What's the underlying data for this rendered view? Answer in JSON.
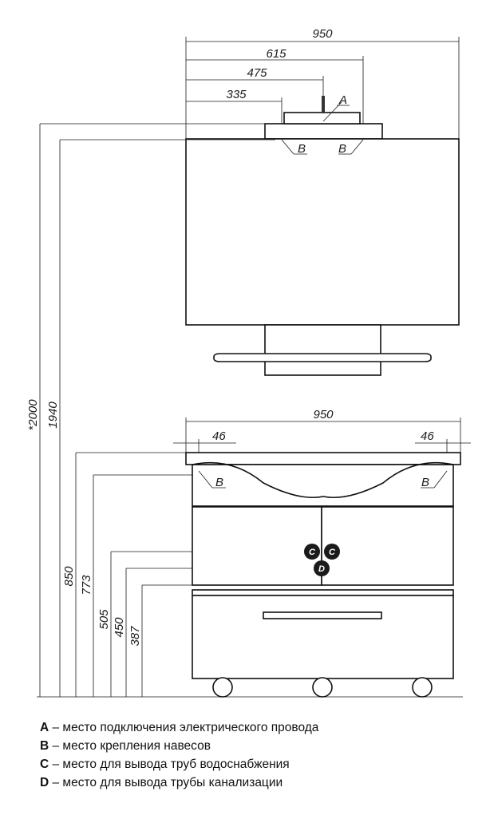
{
  "dimensions": {
    "mirror_width": "950",
    "d615": "615",
    "d475": "475",
    "d335": "335",
    "cabinet_width": "950",
    "left_offset": "46",
    "right_offset": "46",
    "total_height": "*2000",
    "mirror_top_height": "1940",
    "h850": "850",
    "h773": "773",
    "h505": "505",
    "h450": "450",
    "h387": "387"
  },
  "markers": {
    "a": "A",
    "b": "B",
    "c": "C",
    "d": "D"
  },
  "legend": [
    {
      "key": "A",
      "text": " – место подключения электрического провода"
    },
    {
      "key": "B",
      "text": " – место крепления навесов"
    },
    {
      "key": "C",
      "text": " – место для вывода труб водоснабжения"
    },
    {
      "key": "D",
      "text": " – место для вывода трубы канализации"
    }
  ]
}
